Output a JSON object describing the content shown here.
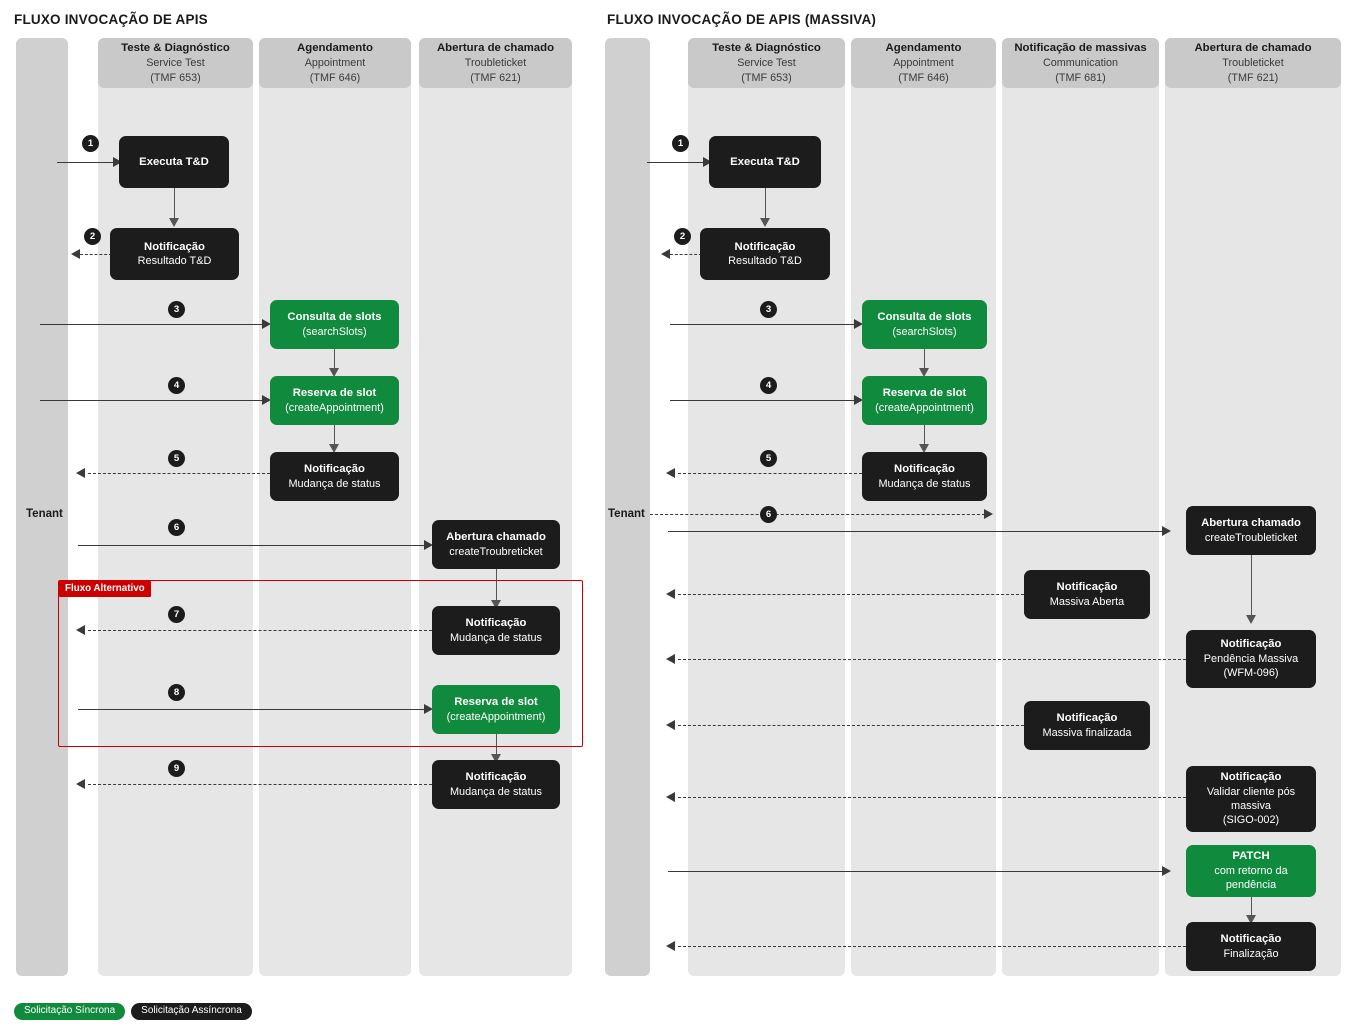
{
  "legend": {
    "sync_label": "Solicitação Síncrona",
    "async_label": "Solicitação Assíncrona",
    "sync_color": "#108a3c",
    "async_color": "#1c1c1c"
  },
  "colors": {
    "green": "#108a3c",
    "black": "#1c1c1c",
    "red": "#cc0000",
    "lane": "#e6e6e6",
    "lane_head": "#c9c9c9",
    "tenant_lane": "#d0d0d0"
  },
  "left": {
    "title": "FLUXO INVOCAÇÃO DE APIS",
    "tenant_label": "Tenant",
    "lanes": [
      {
        "name": "Teste & Diagnóstico",
        "sub": "Service Test",
        "tmf": "(TMF 653)"
      },
      {
        "name": "Agendamento",
        "sub": "Appointment",
        "tmf": "(TMF 646)"
      },
      {
        "name": "Abertura de chamado",
        "sub": "Troubleticket",
        "tmf": "(TMF 621)"
      }
    ],
    "alt_flow_label": "Fluxo Alternativo",
    "nodes": [
      {
        "t1": "Executa T&D",
        "t2": "",
        "style": "black"
      },
      {
        "t1": "Notificação",
        "t2": "Resultado T&D",
        "style": "black"
      },
      {
        "t1": "Consulta de slots",
        "t2": "(searchSlots)",
        "style": "green"
      },
      {
        "t1": "Reserva de slot",
        "t2": "(createAppointment)",
        "style": "green"
      },
      {
        "t1": "Notificação",
        "t2": "Mudança de status",
        "style": "black"
      },
      {
        "t1": "Abertura chamado",
        "t2": "createTroubreticket",
        "style": "black"
      },
      {
        "t1": "Notificação",
        "t2": "Mudança de status",
        "style": "black"
      },
      {
        "t1": "Reserva de slot",
        "t2": "(createAppointment)",
        "style": "green"
      },
      {
        "t1": "Notificação",
        "t2": "Mudança de status",
        "style": "black"
      }
    ],
    "steps": [
      "1",
      "2",
      "3",
      "4",
      "5",
      "6",
      "7",
      "8",
      "9"
    ]
  },
  "right": {
    "title": "FLUXO INVOCAÇÃO DE APIS (MASSIVA)",
    "tenant_label": "Tenant",
    "lanes": [
      {
        "name": "Teste & Diagnóstico",
        "sub": "Service Test",
        "tmf": "(TMF 653)"
      },
      {
        "name": "Agendamento",
        "sub": "Appointment",
        "tmf": "(TMF 646)"
      },
      {
        "name": "Notificação de massivas",
        "sub": "Communication",
        "tmf": "(TMF 681)"
      },
      {
        "name": "Abertura de chamado",
        "sub": "Troubleticket",
        "tmf": "(TMF 621)"
      }
    ],
    "nodes": [
      {
        "t1": "Executa T&D",
        "t2": "",
        "style": "black"
      },
      {
        "t1": "Notificação",
        "t2": "Resultado T&D",
        "style": "black"
      },
      {
        "t1": "Consulta de slots",
        "t2": "(searchSlots)",
        "style": "green"
      },
      {
        "t1": "Reserva de slot",
        "t2": "(createAppointment)",
        "style": "green"
      },
      {
        "t1": "Notificação",
        "t2": "Mudança de status",
        "style": "black"
      },
      {
        "t1": "Abertura chamado",
        "t2": "createTroubleticket",
        "style": "black"
      },
      {
        "t1": "Notificação",
        "t2": "Massiva Aberta",
        "style": "black"
      },
      {
        "t1": "Notificação",
        "t2": "Pendência Massiva",
        "t3": "(WFM-096)",
        "style": "black"
      },
      {
        "t1": "Notificação",
        "t2": "Massiva finalizada",
        "style": "black"
      },
      {
        "t1": "Notificação",
        "t2": "Validar cliente pós massiva",
        "t3": "(SIGO-002)",
        "style": "black"
      },
      {
        "t1": "PATCH",
        "t2": "com retorno da pendência",
        "style": "green"
      },
      {
        "t1": "Notificação",
        "t2": "Finalização",
        "style": "black"
      }
    ],
    "steps": [
      "1",
      "2",
      "3",
      "4",
      "5",
      "6"
    ]
  }
}
